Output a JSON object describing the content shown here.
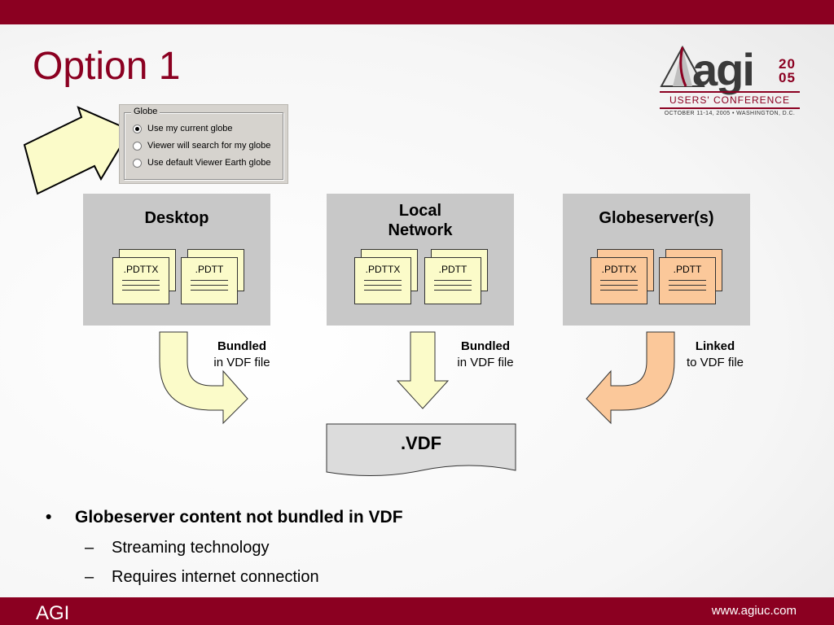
{
  "slide": {
    "title": "Option 1"
  },
  "logo": {
    "brand": "agi",
    "year_top": "20",
    "year_bottom": "05",
    "conference": "USERS' CONFERENCE",
    "date_line": "OCTOBER 11-14, 2005 • WASHINGTON, D.C."
  },
  "globe_dialog": {
    "legend": "Globe",
    "options": [
      {
        "label": "Use my current globe",
        "selected": true
      },
      {
        "label": "Viewer will search for my globe",
        "selected": false
      },
      {
        "label": "Use default Viewer Earth globe",
        "selected": false
      }
    ]
  },
  "sources": [
    {
      "title": "Desktop",
      "files": [
        ".PDTTX",
        ".PDTT"
      ],
      "color": "#fbfbc9",
      "caption_bold": "Bundled",
      "caption": "in VDF file"
    },
    {
      "title_line1": "Local",
      "title_line2": "Network",
      "files": [
        ".PDTTX",
        ".PDTT"
      ],
      "color": "#fbfbc9",
      "caption_bold": "Bundled",
      "caption": "in VDF file"
    },
    {
      "title": "Globeserver(s)",
      "files": [
        ".PDTTX",
        ".PDTT"
      ],
      "color": "#fbc89a",
      "caption_bold": "Linked",
      "caption": "to VDF file"
    }
  ],
  "target": {
    "label": ".VDF"
  },
  "bullets": {
    "main": "Globeserver content not bundled in VDF",
    "subs": [
      "Streaming technology",
      "Requires internet connection"
    ]
  },
  "footer": {
    "left": "AGI",
    "right": "www.agiuc.com"
  },
  "colors": {
    "brand": "#8b0021",
    "panel": "#c8c8c8",
    "arrow_yellow": "#fbfbc9",
    "arrow_orange": "#fbc89a"
  }
}
